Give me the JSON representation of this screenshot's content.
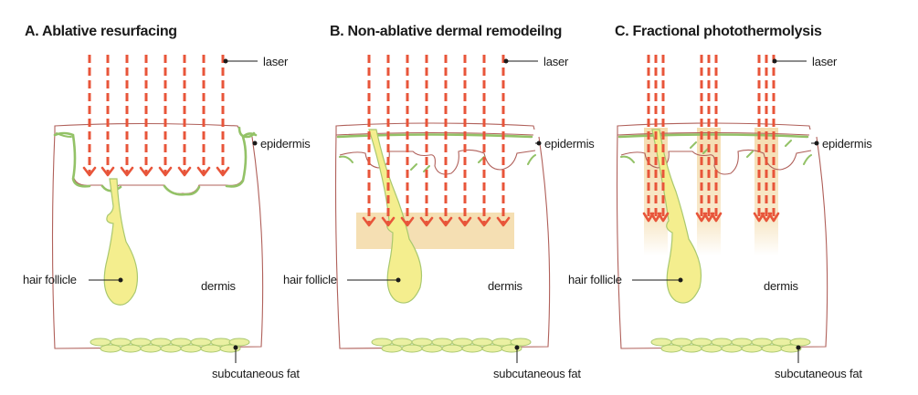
{
  "panels": [
    {
      "title": "A. Ablative resurfacing",
      "labels": {
        "laser": "laser",
        "epidermis": "epidermis",
        "hair_follicle": "hair follicle",
        "dermis": "dermis",
        "subcutaneous_fat": "subcutaneous fat"
      }
    },
    {
      "title": "B. Non-ablative dermal remodeilng",
      "labels": {
        "laser": "laser",
        "epidermis": "epidermis",
        "hair_follicle": "hair follicle",
        "dermis": "dermis",
        "subcutaneous_fat": "subcutaneous fat"
      }
    },
    {
      "title": "C. Fractional photothermolysis",
      "labels": {
        "laser": "laser",
        "epidermis": "epidermis",
        "hair_follicle": "hair follicle",
        "dermis": "dermis",
        "subcutaneous_fat": "subcutaneous fat"
      }
    }
  ],
  "colors": {
    "laser": "#e8553a",
    "epidermis": "#93c267",
    "skin_outline": "#b0605a",
    "follicle_fill": "#f4ee8e",
    "fat_fill": "#eaf0a2",
    "thermal_zone": "#f3d9a6"
  }
}
